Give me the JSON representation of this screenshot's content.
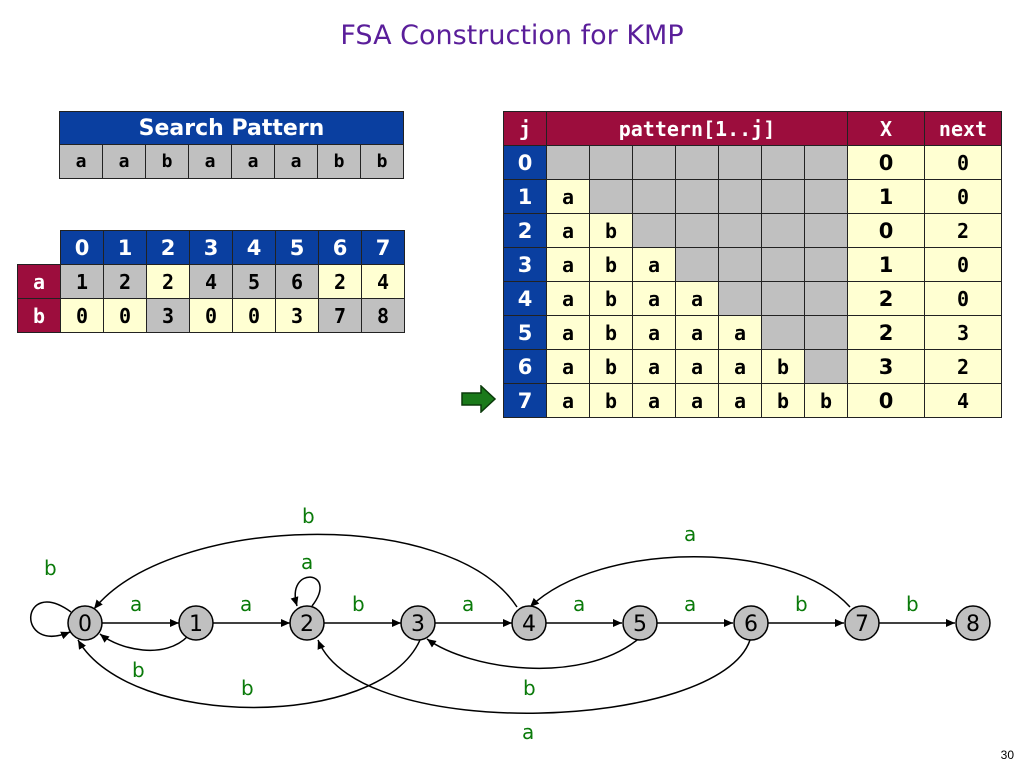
{
  "title": "FSA Construction for KMP",
  "slide_number": "30",
  "search_pattern": {
    "header": "Search Pattern",
    "chars": [
      "a",
      "a",
      "b",
      "a",
      "a",
      "a",
      "b",
      "b"
    ]
  },
  "dfa_table": {
    "states": [
      "0",
      "1",
      "2",
      "3",
      "4",
      "5",
      "6",
      "7"
    ],
    "rows": [
      {
        "symbol": "a",
        "values": [
          "1",
          "2",
          "2",
          "4",
          "5",
          "6",
          "2",
          "4"
        ]
      },
      {
        "symbol": "b",
        "values": [
          "0",
          "0",
          "3",
          "0",
          "0",
          "3",
          "7",
          "8"
        ]
      }
    ]
  },
  "kmp_table": {
    "headers": {
      "j": "j",
      "pattern": "pattern[1..j]",
      "x": "X",
      "next": "next"
    },
    "rows": [
      {
        "j": "0",
        "chars": [
          "",
          "",
          "",
          "",
          "",
          "",
          ""
        ],
        "x": "0",
        "next": "0"
      },
      {
        "j": "1",
        "chars": [
          "a",
          "",
          "",
          "",
          "",
          "",
          ""
        ],
        "x": "1",
        "next": "0"
      },
      {
        "j": "2",
        "chars": [
          "a",
          "b",
          "",
          "",
          "",
          "",
          ""
        ],
        "x": "0",
        "next": "2"
      },
      {
        "j": "3",
        "chars": [
          "a",
          "b",
          "a",
          "",
          "",
          "",
          ""
        ],
        "x": "1",
        "next": "0"
      },
      {
        "j": "4",
        "chars": [
          "a",
          "b",
          "a",
          "a",
          "",
          "",
          ""
        ],
        "x": "2",
        "next": "0"
      },
      {
        "j": "5",
        "chars": [
          "a",
          "b",
          "a",
          "a",
          "a",
          "",
          ""
        ],
        "x": "2",
        "next": "3"
      },
      {
        "j": "6",
        "chars": [
          "a",
          "b",
          "a",
          "a",
          "a",
          "b",
          ""
        ],
        "x": "3",
        "next": "2"
      },
      {
        "j": "7",
        "chars": [
          "a",
          "b",
          "a",
          "a",
          "a",
          "b",
          "b"
        ],
        "x": "0",
        "next": "4"
      }
    ],
    "current_row": "7"
  },
  "fsa": {
    "states": [
      "0",
      "1",
      "2",
      "3",
      "4",
      "5",
      "6",
      "7",
      "8"
    ],
    "edge_labels": {
      "e01": "a",
      "e12": "a",
      "e23": "b",
      "e34": "a",
      "e45": "a",
      "e56": "a",
      "e67": "b",
      "e78": "b",
      "self0": "b",
      "self2": "a",
      "e10": "b",
      "e30": "b",
      "e40": "b",
      "e53": "b",
      "e62": "a",
      "e74": "a"
    }
  },
  "colors": {
    "header_blue": "#0a3fa0",
    "header_red": "#9c0d3d",
    "cell_gray": "#c0c0c0",
    "cell_cream": "#ffffd2",
    "title_purple": "#5a1e9a",
    "edge_label_green": "#0a7a0a",
    "arrow_green": "#1a7a1a"
  }
}
